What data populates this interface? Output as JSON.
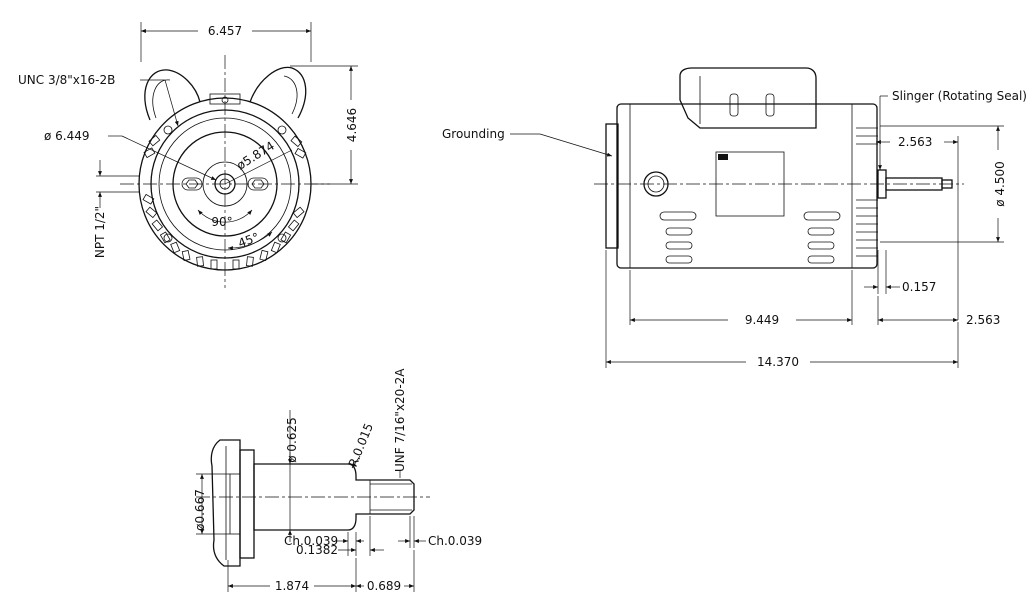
{
  "front_view": {
    "dim_width": "6.457",
    "thread_top": "UNC 3/8\"x16-2B",
    "dim_dia_outer": "ø 6.449",
    "dim_bolt_circle": "ø5.874",
    "dim_height": "4.646",
    "npt": "NPT 1/2\"",
    "angle_90": "90°",
    "angle_45": "45°"
  },
  "side_view": {
    "slinger": "Slinger (Rotating Seal)",
    "grounding": "Grounding",
    "dim_2563_top": "2.563",
    "dim_dia_4500": "ø 4.500",
    "dim_0157": "0.157",
    "dim_9449": "9.449",
    "dim_2563_bottom": "2.563",
    "dim_14370": "14.370"
  },
  "shaft_detail": {
    "thread": "UNF 7/16\"x20-2A",
    "dia_0625": "ø 0.625",
    "radius": "R.0.015",
    "dia_0667": "ø0.667",
    "ch1": "Ch.0.039",
    "dim_01382": "0.1382",
    "ch2": "Ch.0.039",
    "dim_1874": "1.874",
    "dim_0689": "0.689"
  }
}
